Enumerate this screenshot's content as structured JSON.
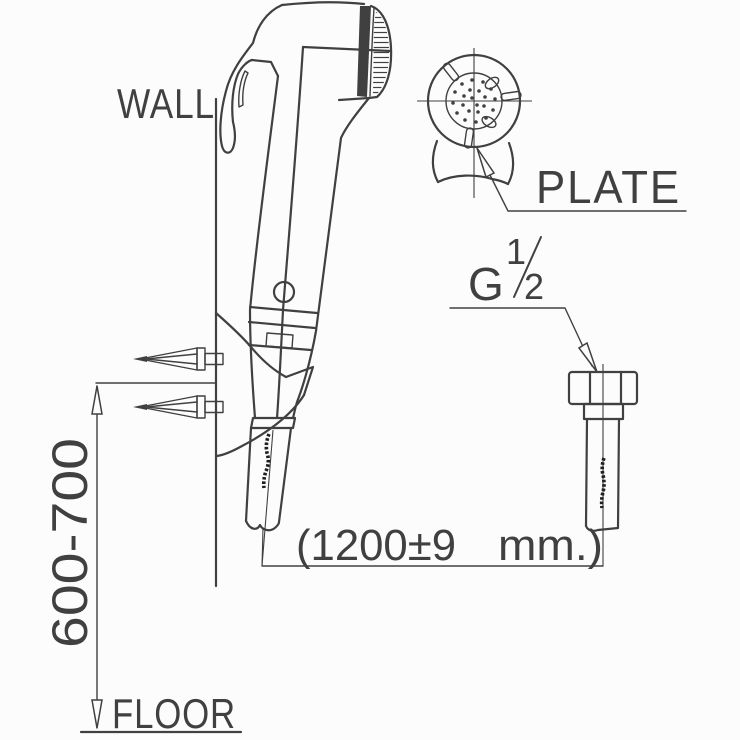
{
  "diagram": {
    "wall_label": "WALL",
    "floor_label": "FLOOR",
    "plate_label": "PLATE",
    "thread_spec": {
      "prefix": "G",
      "numerator": "1",
      "denominator": "2"
    },
    "dimensions": {
      "mounting_height_mm": "600-700",
      "hose_length": "(1200±9",
      "hose_length_unit": "mm.)"
    }
  },
  "colors": {
    "line": "#404040",
    "ink": "#1f1f1f",
    "background": "#fcfcfc"
  }
}
